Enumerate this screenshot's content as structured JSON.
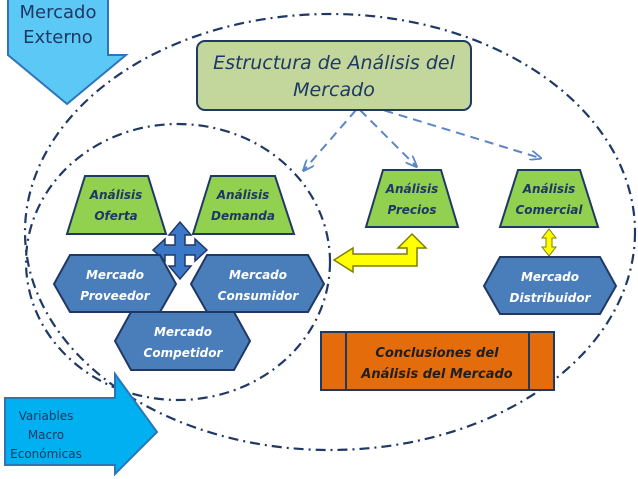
{
  "title": {
    "line1": "Estructura de Análisis del",
    "line2": "Mercado"
  },
  "mercado_externo": {
    "line1": "Mercado",
    "line2": "Externo"
  },
  "variables_macro": {
    "line1": "Variables",
    "line2": "Macro",
    "line3": "Económicas"
  },
  "nodes": {
    "analisis_oferta": {
      "line1": "Análisis",
      "line2": "Oferta"
    },
    "analisis_demanda": {
      "line1": "Análisis",
      "line2": "Demanda"
    },
    "analisis_precios": {
      "line1": "Análisis",
      "line2": "Precios"
    },
    "analisis_comercial": {
      "line1": "Análisis",
      "line2": "Comercial"
    },
    "mercado_proveedor": {
      "line1": "Mercado",
      "line2": "Proveedor"
    },
    "mercado_consumidor": {
      "line1": "Mercado",
      "line2": "Consumidor"
    },
    "mercado_competidor": {
      "line1": "Mercado",
      "line2": "Competidor"
    },
    "mercado_distribuidor": {
      "line1": "Mercado",
      "line2": "Distribuidor"
    }
  },
  "conclusiones": {
    "line1": "Conclusiones del",
    "line2": "Análisis del Mercado"
  },
  "colors": {
    "green_fill": "#92d050",
    "title_fill": "#c3d69b",
    "hex_fill": "#4a7ebb",
    "orange_fill": "#e46c0a",
    "cyan_fill": "#5bc8f5",
    "blue_arrow": "#3c78c8",
    "yellow": "#ffff00",
    "outline": "#1f3864"
  }
}
